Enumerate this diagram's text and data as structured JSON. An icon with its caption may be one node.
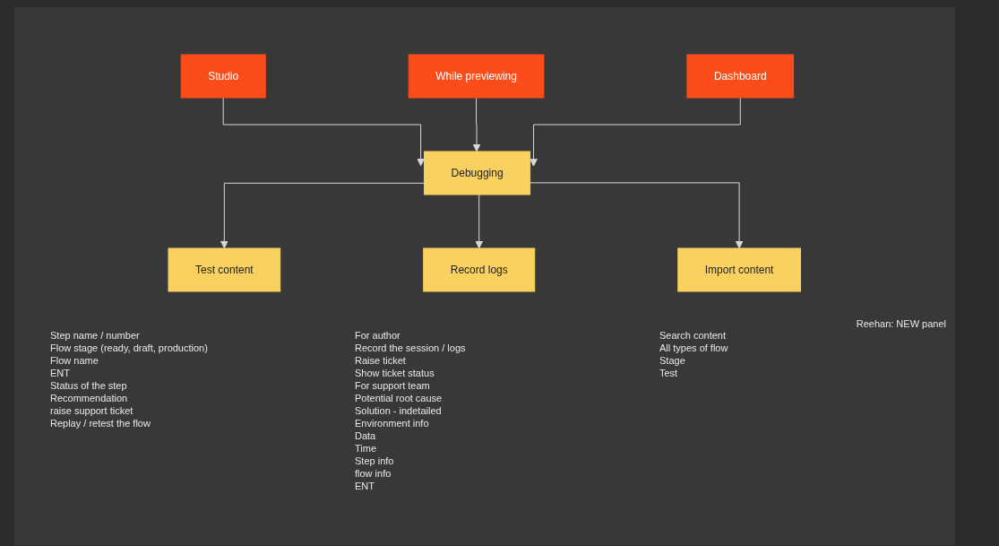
{
  "diagram": {
    "nodes": [
      {
        "text": [
          "Studio"
        ]
      },
      {
        "text": [
          "While previewing"
        ]
      },
      {
        "text": [
          "Dashboard"
        ]
      },
      {
        "text": [
          "Debugging"
        ]
      },
      {
        "text": [
          "Test content"
        ],
        "beside": [
          "Step name / number",
          "Flow stage (ready, draft, production)",
          "Flow name",
          "ENT",
          "Status of the step",
          "Recommendation",
          "raise support ticket",
          "Replay / retest the flow"
        ]
      },
      {
        "text": [
          "Record logs"
        ],
        "beside": [
          "For author",
          "Record the session / logs",
          "Raise ticket",
          "Show ticket status",
          "For support team",
          "Potential root cause",
          "Solution - indetailed",
          "Environment info",
          "Data",
          "Time",
          "Step info",
          "flow info",
          "ENT"
        ]
      },
      {
        "text": [
          "Import content"
        ],
        "beside": [
          "Search content",
          "All types of flow",
          "Stage",
          "Test"
        ]
      }
    ],
    "edges": [
      {
        "from": 0,
        "to": 3,
        "arrow": "to"
      },
      {
        "from": 1,
        "to": 3,
        "arrow": "to"
      },
      {
        "from": 2,
        "to": 3,
        "arrow": "to"
      },
      {
        "from": 3,
        "to": 4,
        "arrow": "to"
      },
      {
        "from": 3,
        "to": 5,
        "arrow": "to"
      },
      {
        "from": 3,
        "to": 6,
        "arrow": "to"
      }
    ],
    "labels": [
      "Reehan: NEW panel"
    ]
  }
}
